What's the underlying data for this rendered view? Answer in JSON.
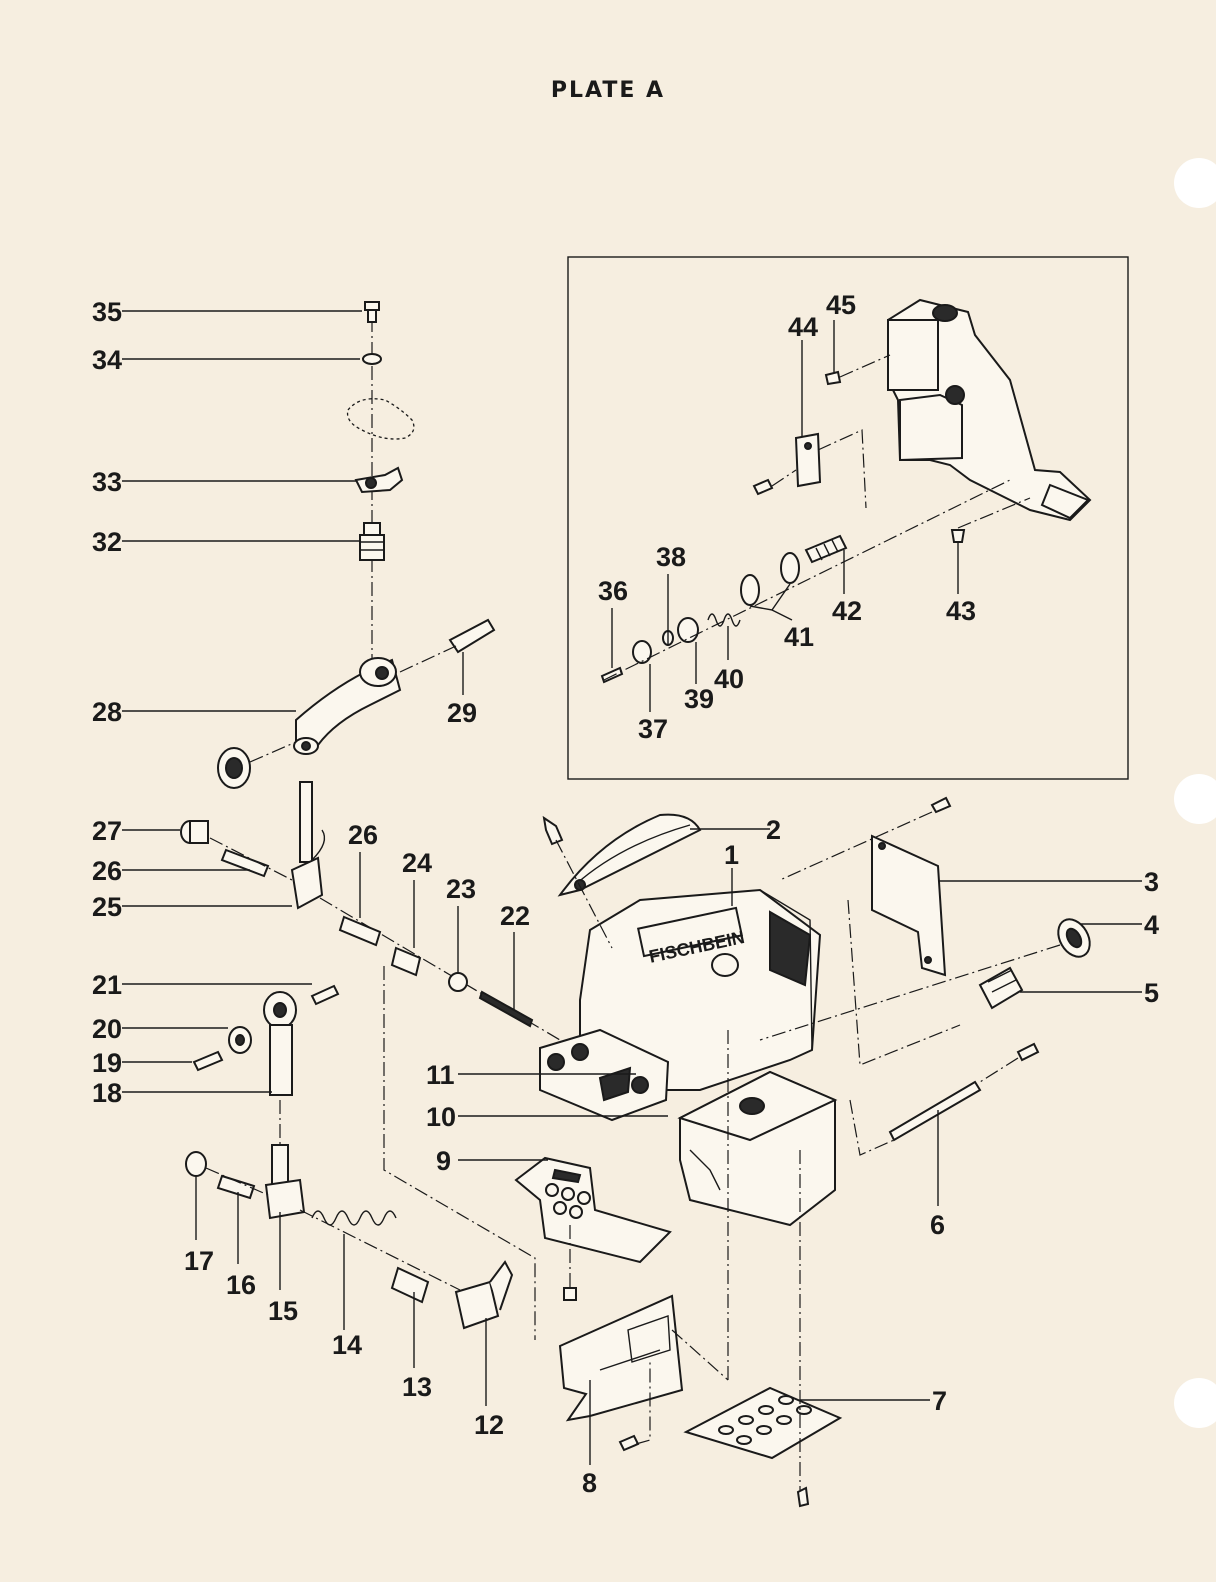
{
  "title": "PLATE A",
  "brand_stamp": "FISCHBEIN",
  "callouts": [
    "1",
    "2",
    "3",
    "4",
    "5",
    "6",
    "7",
    "8",
    "9",
    "10",
    "11",
    "12",
    "13",
    "14",
    "15",
    "16",
    "17",
    "18",
    "19",
    "20",
    "21",
    "22",
    "23",
    "24",
    "25",
    "26",
    "26",
    "27",
    "28",
    "29",
    "32",
    "33",
    "34",
    "35",
    "36",
    "37",
    "38",
    "39",
    "40",
    "41",
    "42",
    "43",
    "44",
    "45"
  ]
}
